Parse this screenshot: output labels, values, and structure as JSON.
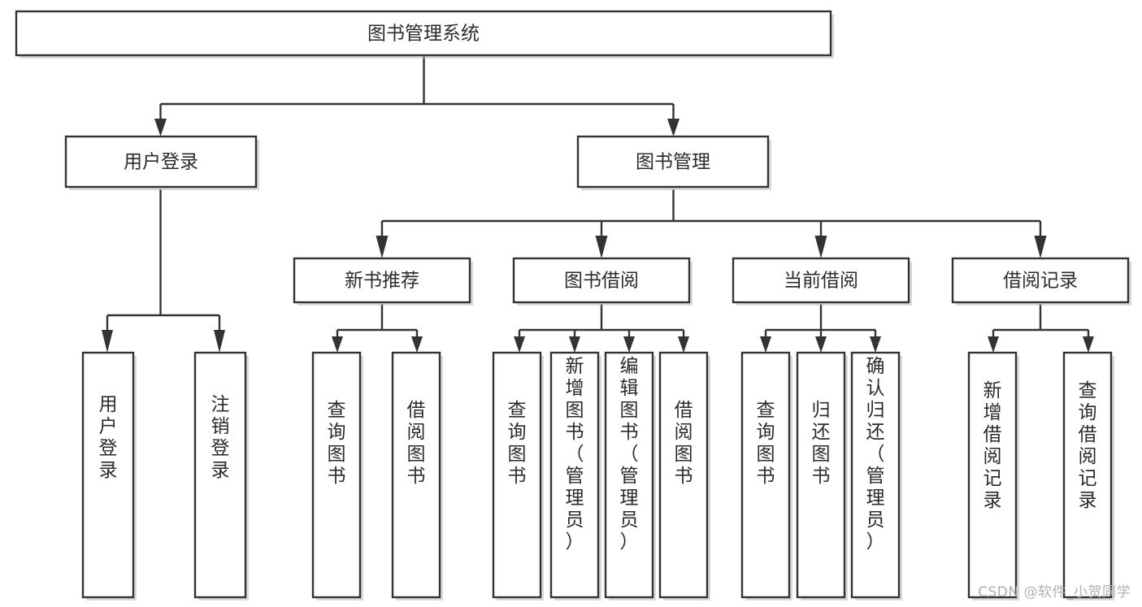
{
  "diagram": {
    "type": "tree-hierarchy",
    "orientation": "top-down",
    "root": {
      "id": "root",
      "label": "图书管理系统"
    },
    "level2": [
      {
        "id": "user-login",
        "label": "用户登录"
      },
      {
        "id": "book-management",
        "label": "图书管理"
      }
    ],
    "level3": [
      {
        "id": "new-book-recommend",
        "label": "新书推荐",
        "parent": "book-management"
      },
      {
        "id": "book-borrow",
        "label": "图书借阅",
        "parent": "book-management"
      },
      {
        "id": "current-borrow",
        "label": "当前借阅",
        "parent": "book-management"
      },
      {
        "id": "borrow-record",
        "label": "借阅记录",
        "parent": "book-management"
      }
    ],
    "leaves": [
      {
        "id": "leaf-user-login",
        "label": "用户登录",
        "parent": "user-login"
      },
      {
        "id": "leaf-logout-login",
        "label": "注销登录",
        "parent": "user-login"
      },
      {
        "id": "leaf-query-book-1",
        "label": "查询图书",
        "parent": "new-book-recommend"
      },
      {
        "id": "leaf-borrow-book-1",
        "label": "借阅图书",
        "parent": "new-book-recommend"
      },
      {
        "id": "leaf-query-book-2",
        "label": "查询图书",
        "parent": "book-borrow"
      },
      {
        "id": "leaf-add-book",
        "label": "新增图书（管理员）",
        "parent": "book-borrow"
      },
      {
        "id": "leaf-edit-book",
        "label": "编辑图书（管理员）",
        "parent": "book-borrow"
      },
      {
        "id": "leaf-borrow-book-2",
        "label": "借阅图书",
        "parent": "book-borrow"
      },
      {
        "id": "leaf-query-book-3",
        "label": "查询图书",
        "parent": "current-borrow"
      },
      {
        "id": "leaf-return-book",
        "label": "归还图书",
        "parent": "current-borrow"
      },
      {
        "id": "leaf-confirm-return",
        "label": "确认归还（管理员）",
        "parent": "current-borrow"
      },
      {
        "id": "leaf-add-record",
        "label": "新增借阅记录",
        "parent": "borrow-record"
      },
      {
        "id": "leaf-query-record",
        "label": "查询借阅记录",
        "parent": "borrow-record"
      }
    ],
    "colors": {
      "box_stroke": "#333333",
      "box_fill": "#ffffff",
      "text": "#2b2b2b",
      "connector": "#333333",
      "watermark": "#b0b0b0",
      "background": "#ffffff"
    }
  },
  "watermark": {
    "text": "CSDN @软件_小贺同学"
  }
}
